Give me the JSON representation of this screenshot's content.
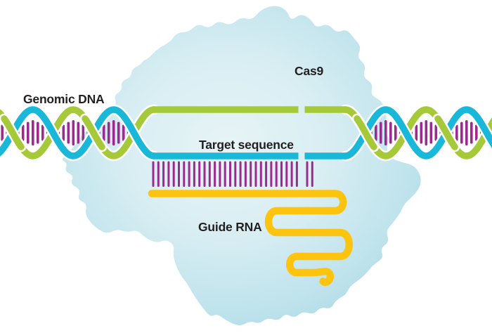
{
  "figure": {
    "title": "CRISPR-Cas9 genome editing diagram",
    "labels": {
      "genomic_dna": "Genomic DNA",
      "cas9": "Cas9",
      "target_sequence": "Target sequence",
      "guide_rna": "Guide RNA"
    },
    "components": [
      "cas9-protein-blob",
      "genomic-dna-double-helix-left",
      "genomic-dna-double-helix-right",
      "unwound-dna-top-strand",
      "unwound-dna-bottom-strand-target-sequence",
      "dna-base-pair-bars",
      "guide-rna-target-base-pairing-bars",
      "guide-rna-strand-with-scaffold-loops",
      "double-strand-cut-gap"
    ],
    "colors": {
      "dna_strand_green": "#a6c939",
      "dna_strand_cyan": "#19b7d8",
      "base_pairs_purple": "#9c2b8f",
      "guide_rna_yellow": "#fcc40f",
      "cas9_edge_blue": "#9fd3e2",
      "cas9_center_blue": "#e6f4f6",
      "label_text": "#231f20",
      "background": "#ffffff",
      "strand_outline": "#ffffff"
    }
  }
}
